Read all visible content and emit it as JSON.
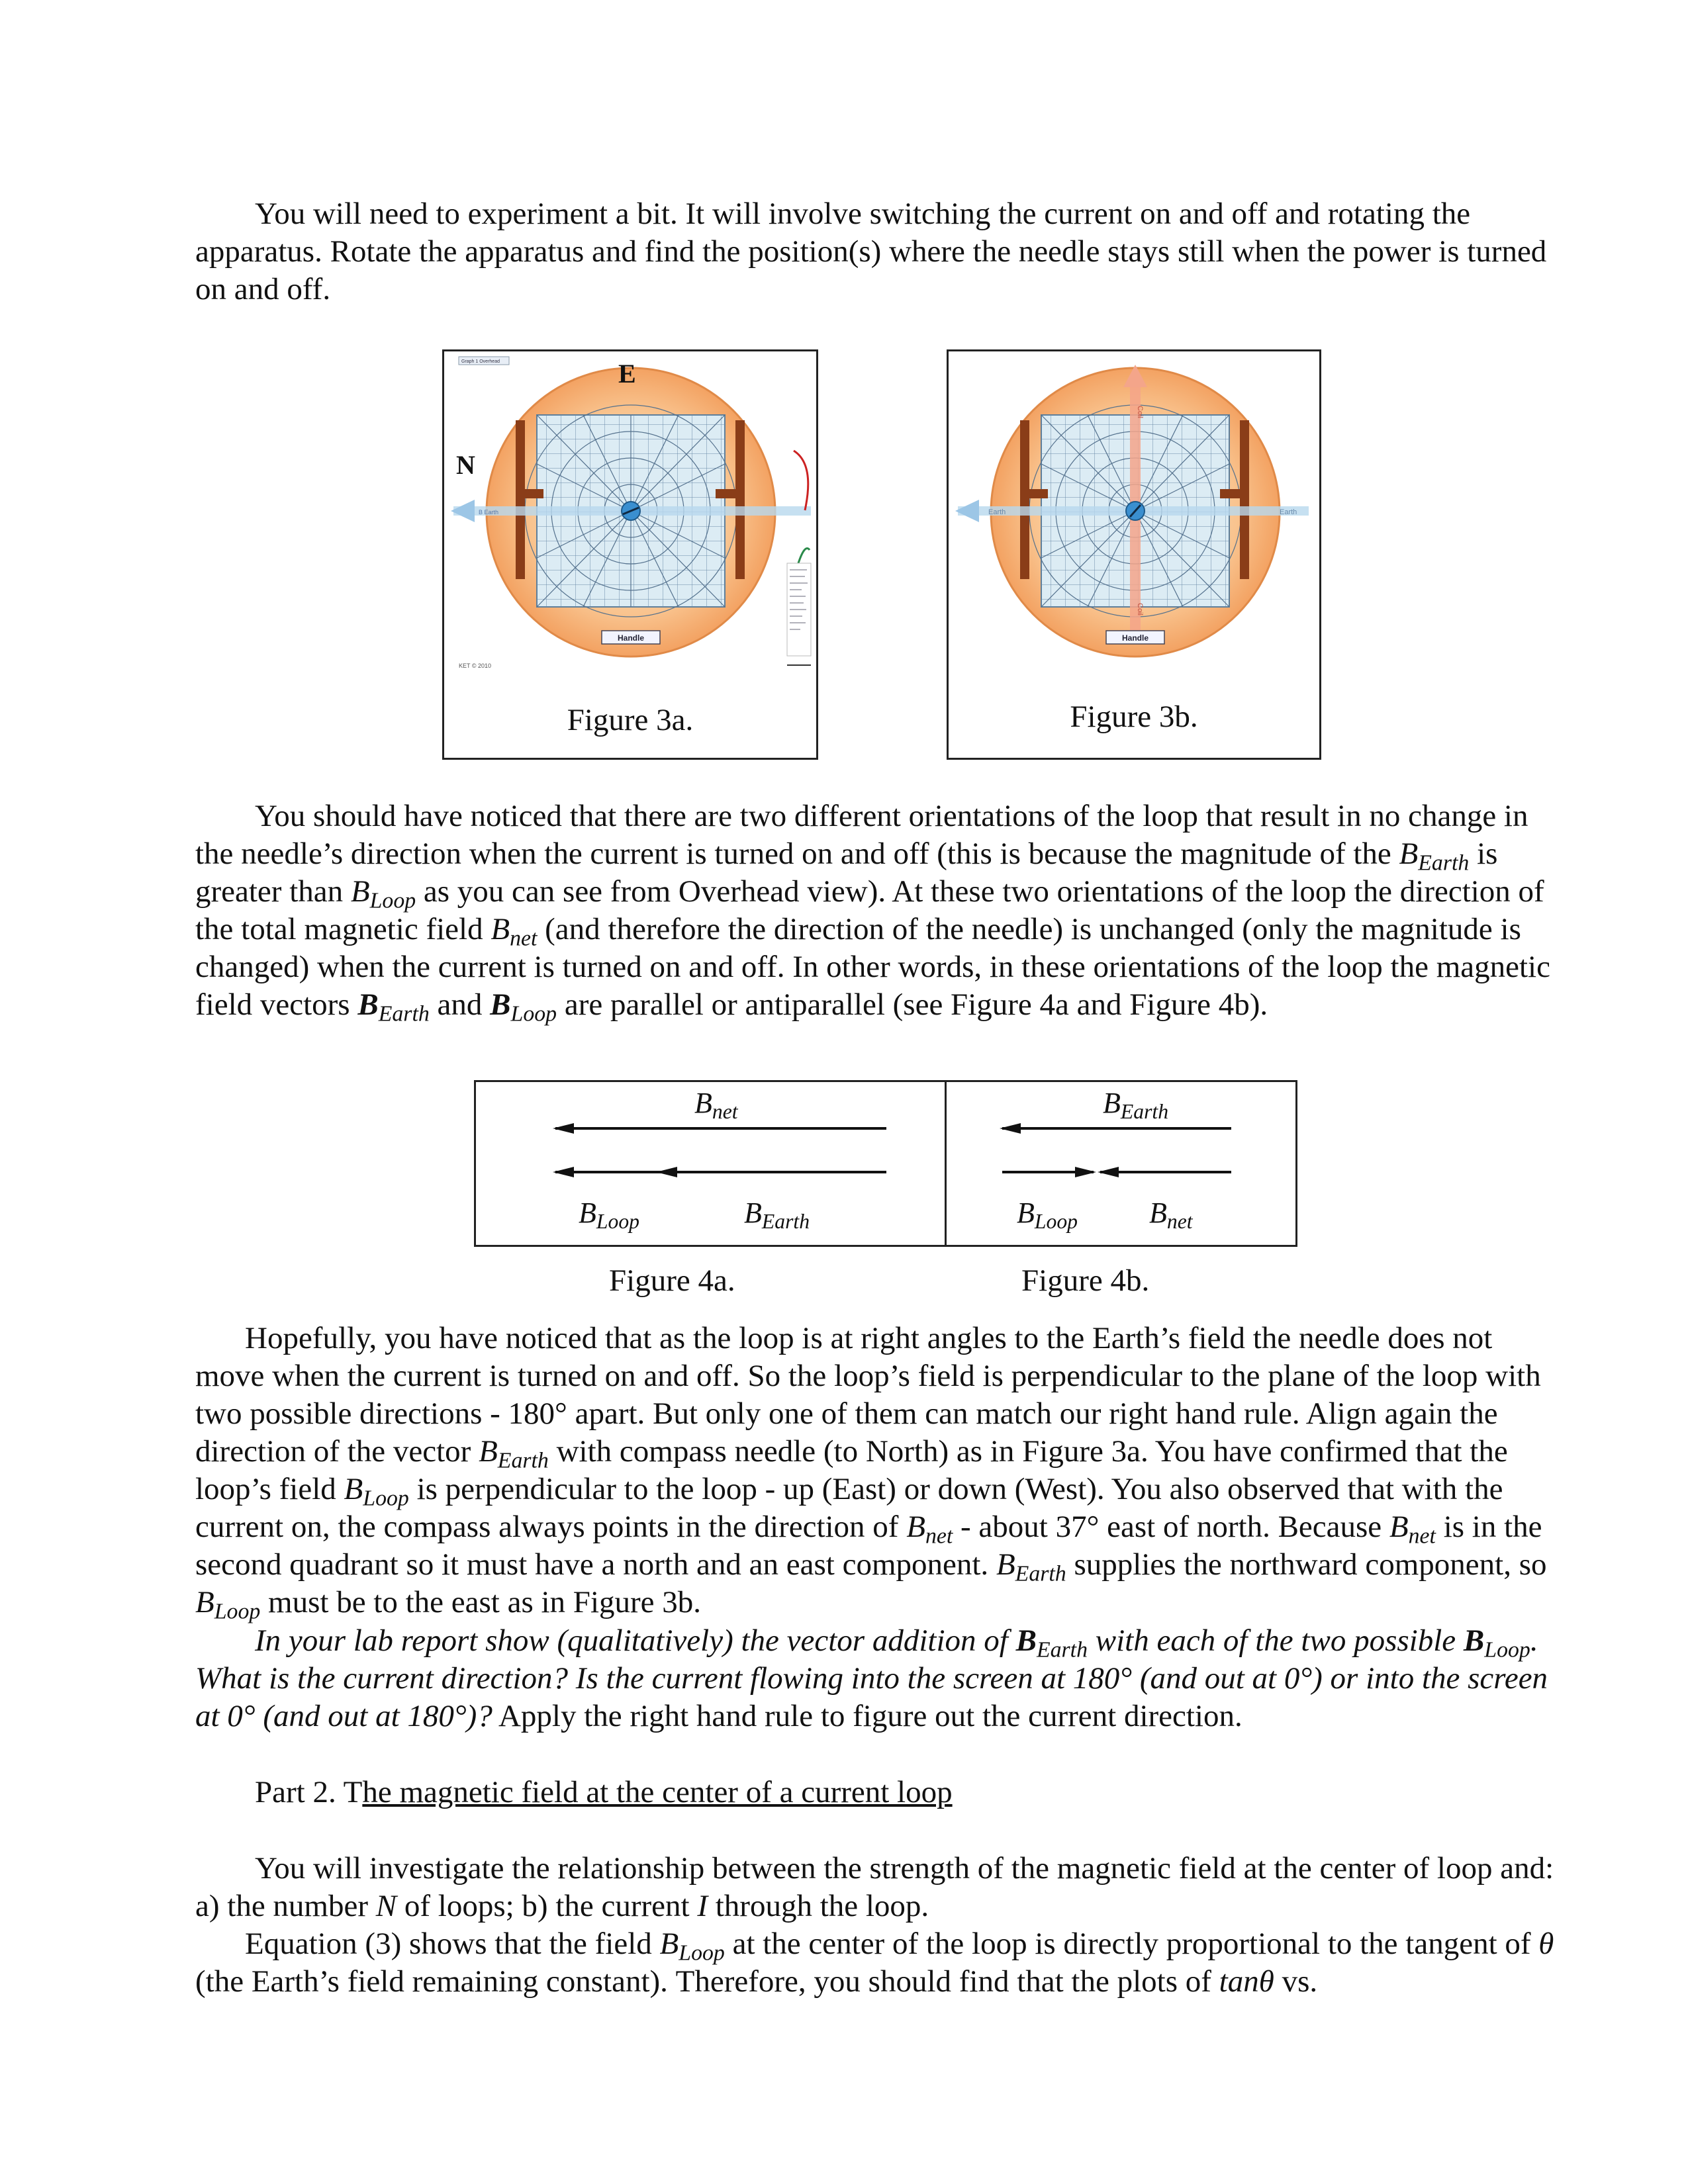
{
  "para1": {
    "s1": "You will need to experiment a bit. It will involve switching the current on and off and rotating the apparatus. Rotate the apparatus and find the position(s) where the needle stays still when the power is turned on and off."
  },
  "fig3a": {
    "caption": "Figure 3a.",
    "label_e": "E",
    "label_n": "N",
    "handle": "Handle",
    "tab_text": "Graph 1 Overhead",
    "credit": "KET © 2010",
    "arrow_label": "B Earth"
  },
  "fig3b": {
    "caption": "Figure 3b.",
    "handle": "Handle",
    "earth_left": "Earth",
    "earth_right": "Earth",
    "coil_top": "Coil",
    "coil_bottom": "Coil"
  },
  "para2": {
    "t1": "You should have noticed that there are two different orientations of the loop that result in no change in the needle’s direction when the current is turned on and off (this is because the magnitude of the ",
    "b": "B",
    "earth": "Earth",
    "t2": " is greater than ",
    "loop": "Loop",
    "t3": " as you can see from Overhead view). At these two orientations of the loop the direction of the total magnetic field ",
    "net": "net",
    "t4": " (and therefore the direction of the needle) is unchanged (only the magnitude is changed) when the current is turned on and off. In other words, in these orientations of the loop the magnetic field vectors ",
    "t5": " and ",
    "t6": " are parallel or antiparallel (see Figure 4a and Figure 4b)."
  },
  "fig4": {
    "a_top": "net",
    "a_left": "Loop",
    "a_right": "Earth",
    "b_top": "Earth",
    "b_left": "Loop",
    "b_right": "net",
    "B": "B",
    "caption_a": "Figure 4a.",
    "caption_b": "Figure 4b."
  },
  "para3": {
    "t1": "Hopefully, you have noticed that as the loop is at right angles to the Earth’s field the needle does not move when the current is turned on and off. So the loop’s field is perpendicular to the plane of the loop with two possible directions - 180° apart. But only one of them can match our right hand rule. Align again the direction of the vector ",
    "t2": " with compass needle (to North) as in Figure 3a. You have confirmed that the loop’s field ",
    "t3": " is perpendicular to the loop - up (East) or down (West). You also observed that with the current on, the compass always points in the direction of ",
    "t4": " - about 37° east of north. Because ",
    "t5": " is in the second quadrant so it must have a north and an east component. ",
    "t6": " supplies the northward component, so ",
    "t7": " must be to the east as in Figure 3b."
  },
  "para4": {
    "i1": "In your lab report show (qualitatively) the vector addition of ",
    "i2": " with each of the two possible ",
    "i3": ". What is the current direction? Is the current flowing into the screen at 180° (and out at 0°) or into the screen at 0° (and out at 180°)?",
    "t1": " Apply the right hand rule to figure out the current direction."
  },
  "part2": {
    "prefix": "Part 2.  T",
    "title": "he magnetic field at the center of a current loop"
  },
  "para5": {
    "t1": "You will investigate the relationship between the strength of the magnetic field at the center of loop and: a) the number ",
    "N": "N",
    "t2": " of loops; b) the current  ",
    "I": "I",
    "t3": "  through the loop."
  },
  "para6": {
    "t1": "Equation (3) shows that the field ",
    "t2": " at the center of the loop is directly proportional to the tangent of ",
    "theta": "θ",
    "t3": " (the Earth’s field remaining constant). Therefore, you should find that the plots of ",
    "tan": "tanθ",
    "t4": " vs."
  }
}
